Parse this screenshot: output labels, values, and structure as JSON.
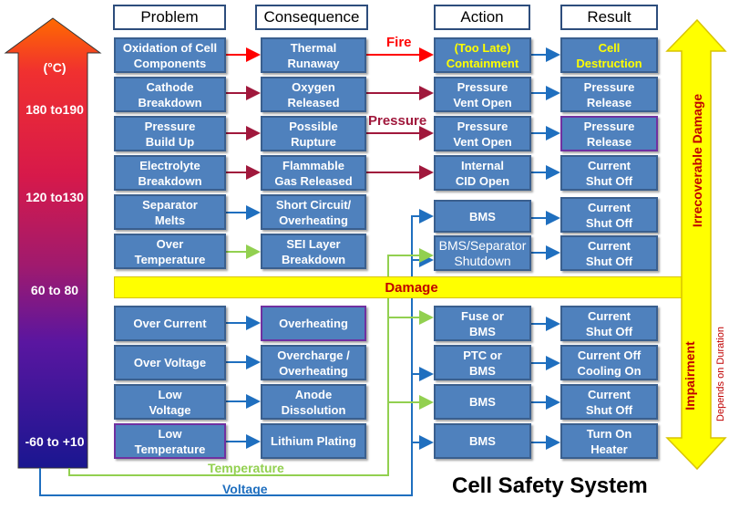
{
  "headers": {
    "problem": "Problem",
    "consequence": "Consequence",
    "action": "Action",
    "result": "Result"
  },
  "temperature_scale": {
    "unit": "(°C)",
    "levels": [
      "180 to190",
      "120 to130",
      "60 to 80",
      "-60 to +10"
    ],
    "colors": {
      "top": "#ff6a00",
      "upper": "#d7194a",
      "mid": "#a01a6e",
      "low": "#3d0fa0",
      "bottom": "#1a1690"
    }
  },
  "rows": [
    {
      "problem": "Oxidation of Cell\nComponents",
      "consequence": "Thermal\nRunaway",
      "action": "(Too Late)\nContainment",
      "result": "Cell\nDestruction"
    },
    {
      "problem": "Cathode\nBreakdown",
      "consequence": "Oxygen\nReleased",
      "action": "Pressure\nVent Open",
      "result": "Pressure\nRelease"
    },
    {
      "problem": "Pressure\nBuild Up",
      "consequence": "Possible\nRupture",
      "action": "Pressure\nVent Open",
      "result": "Pressure\nRelease"
    },
    {
      "problem": "Electrolyte\nBreakdown",
      "consequence": "Flammable\nGas Released",
      "action": "Internal\nCID Open",
      "result": "Current\nShut Off"
    },
    {
      "problem": "Separator\nMelts",
      "consequence": "Short Circuit/\nOverheating",
      "action": "BMS",
      "result": "Current\nShut Off"
    },
    {
      "problem": "Over\nTemperature",
      "consequence": "SEI  Layer\nBreakdown",
      "action": "BMS/Separator\nShutdown",
      "result": "Current\nShut Off"
    },
    {
      "problem": "Over Current",
      "consequence": "Overheating",
      "action": "Fuse or\nBMS",
      "result": "Current\nShut Off"
    },
    {
      "problem": "Over Voltage",
      "consequence": "Overcharge /\nOverheating",
      "action": "PTC or\nBMS",
      "result": "Current Off\nCooling On"
    },
    {
      "problem": "Low\nVoltage",
      "consequence": "Anode\nDissolution",
      "action": "BMS",
      "result": "Current\nShut Off"
    },
    {
      "problem": "Low\nTemperature",
      "consequence": "Lithium Plating",
      "action": "BMS",
      "result": "Turn On\nHeater"
    }
  ],
  "arrow_labels": {
    "fire": "Fire",
    "pressure": "Pressure",
    "temperature": "Temperature",
    "voltage": "Voltage"
  },
  "damage_bar": "Damage",
  "side_arrows": {
    "upper": "Irrecoverable Damage",
    "lower": "Impairment",
    "lower_sub": "Depends on Duration"
  },
  "title": "Cell Safety System",
  "colors": {
    "box": "#4f81bd",
    "fire": "#ff0000",
    "pressure": "#a0183c",
    "blue": "#1f6fbf",
    "green": "#92d050",
    "yellow": "#ffff00",
    "damage_text": "#c00000"
  }
}
